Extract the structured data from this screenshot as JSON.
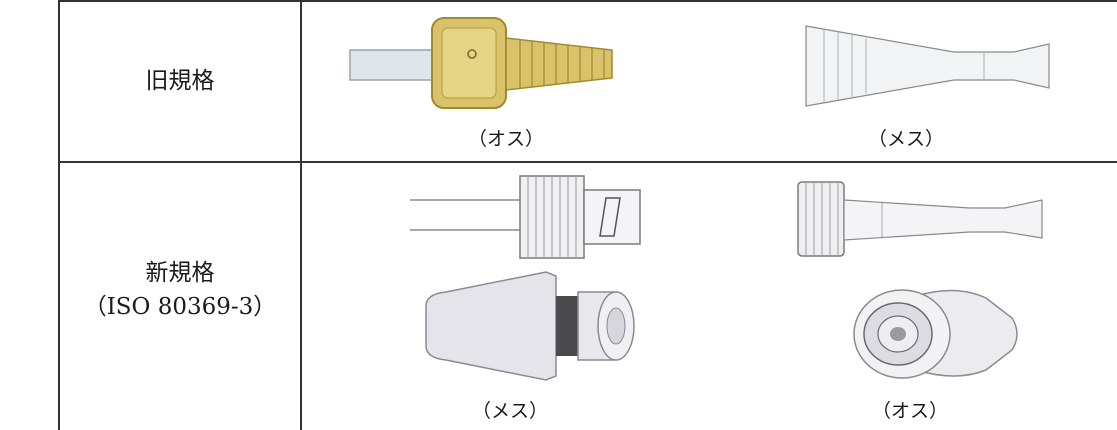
{
  "table": {
    "rows": [
      {
        "label": "旧規格",
        "left_caption": "（オス）",
        "right_caption": "（メス）"
      },
      {
        "label": "新規格",
        "label_sub": "（ISO 80369-3）",
        "left_caption": "（メス）",
        "right_caption": "（オス）"
      }
    ]
  },
  "colors": {
    "brass": "#d9c26a",
    "brass_dark": "#a08a2c",
    "tube": "#dfe5ea",
    "plastic": "#e9e9ec",
    "outline": "#8a8a8a"
  }
}
